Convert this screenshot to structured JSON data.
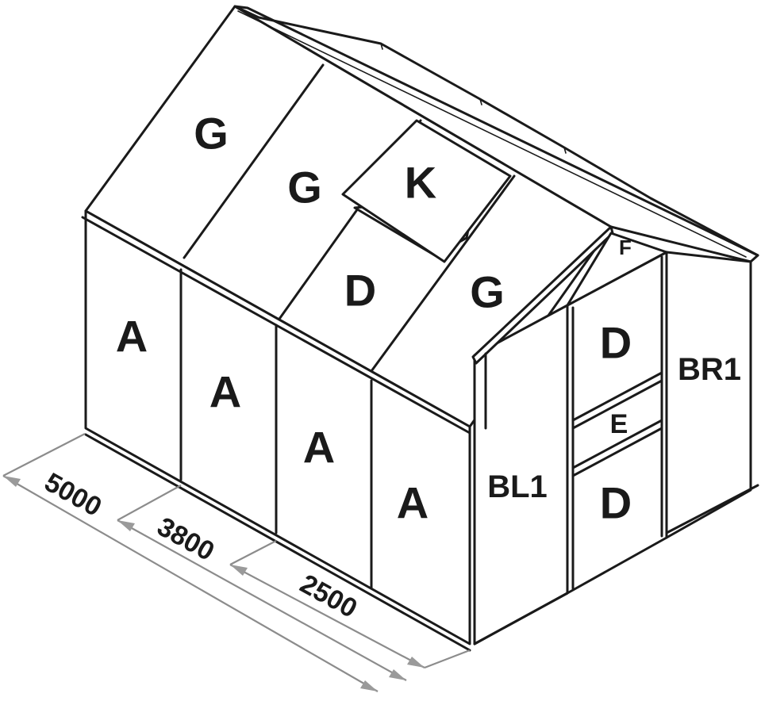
{
  "panels": {
    "roof_1": "G",
    "roof_2": "G",
    "roof_vent": "K",
    "roof_lower": "D",
    "roof_front": "G",
    "side_1": "A",
    "side_2": "A",
    "side_3": "A",
    "side_4": "A",
    "gable_left": "BL1",
    "gable_right": "BR1",
    "gable_top": "F",
    "door_upper": "D",
    "door_middle": "E",
    "door_lower": "D"
  },
  "dimensions": {
    "outer": "5000",
    "middle": "3800",
    "inner": "2500"
  },
  "colors": {
    "line": "#1a1a1a",
    "dimension": "#8c8c8c"
  }
}
